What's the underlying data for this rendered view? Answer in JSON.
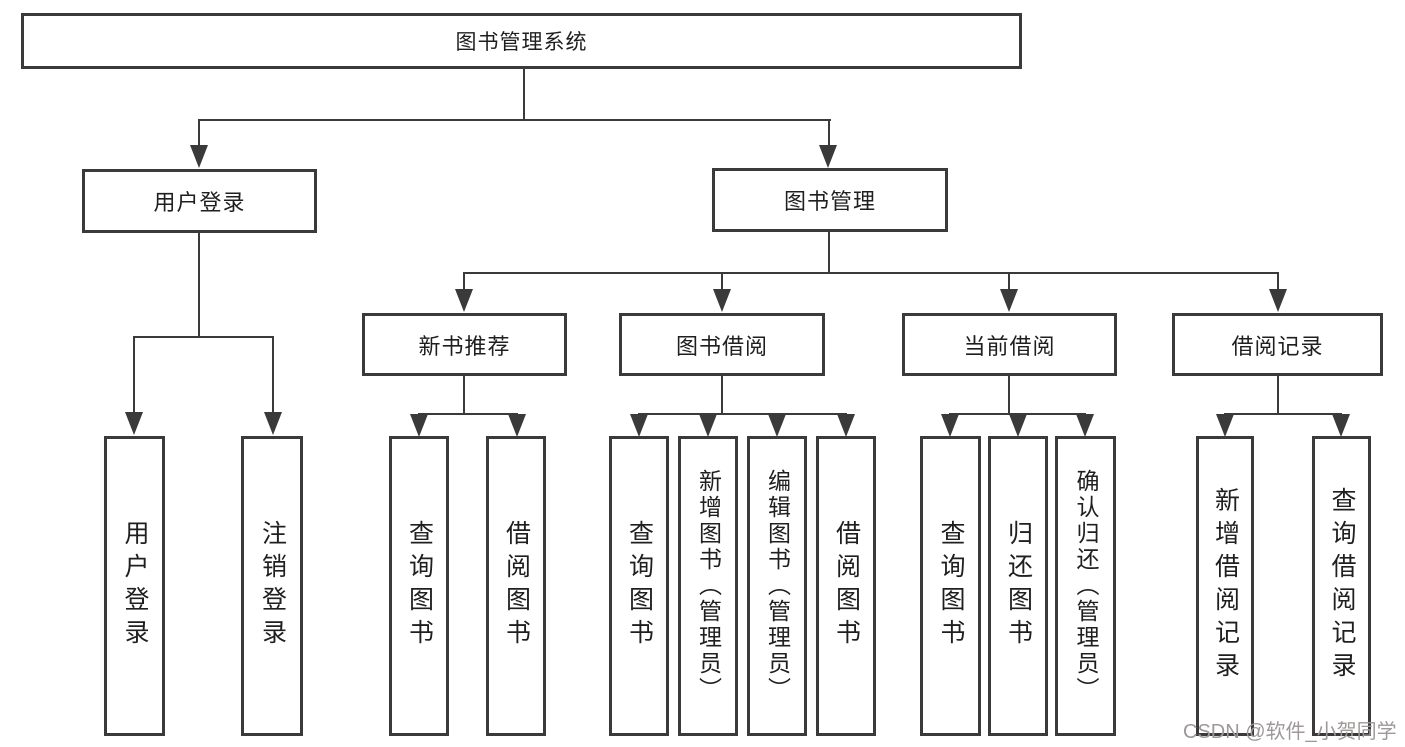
{
  "diagram_title": "图书管理系统",
  "line_color": "#3a3a3a",
  "tree": {
    "root": {
      "label": "图书管理系统",
      "children": [
        {
          "label": "用户登录",
          "children": [
            {
              "label": "用户登录"
            },
            {
              "label": "注销登录"
            }
          ]
        },
        {
          "label": "图书管理",
          "children": [
            {
              "label": "新书推荐",
              "children": [
                {
                  "label": "查询图书"
                },
                {
                  "label": "借阅图书"
                }
              ]
            },
            {
              "label": "图书借阅",
              "children": [
                {
                  "label": "查询图书"
                },
                {
                  "label": "新增图书（管理员）"
                },
                {
                  "label": "编辑图书（管理员）"
                },
                {
                  "label": "借阅图书"
                }
              ]
            },
            {
              "label": "当前借阅",
              "children": [
                {
                  "label": "查询图书"
                },
                {
                  "label": "归还图书"
                },
                {
                  "label": "确认归还（管理员）"
                }
              ]
            },
            {
              "label": "借阅记录",
              "children": [
                {
                  "label": "新增借阅记录"
                },
                {
                  "label": "查询借阅记录"
                }
              ]
            }
          ]
        }
      ]
    }
  },
  "watermark": {
    "text": "CSDN @软件_小贺同学"
  }
}
